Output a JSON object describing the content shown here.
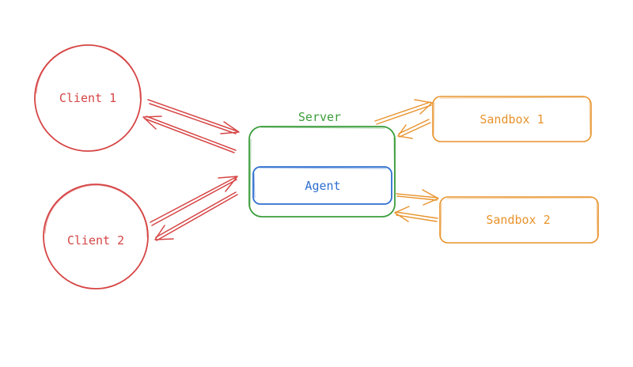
{
  "colors": {
    "client": "#d64545",
    "server": "#3c9d3c",
    "agent": "#2f6fcf",
    "sandbox": "#e8932c"
  },
  "nodes": {
    "client1": {
      "label": "Client 1"
    },
    "client2": {
      "label": "Client 2"
    },
    "server": {
      "label": "Server"
    },
    "agent": {
      "label": "Agent"
    },
    "sandbox1": {
      "label": "Sandbox 1"
    },
    "sandbox2": {
      "label": "Sandbox 2"
    }
  },
  "edges": [
    {
      "from": "client1",
      "to": "server",
      "direction": "to"
    },
    {
      "from": "server",
      "to": "client1",
      "direction": "to"
    },
    {
      "from": "client2",
      "to": "server",
      "direction": "to"
    },
    {
      "from": "server",
      "to": "client2",
      "direction": "to"
    },
    {
      "from": "server",
      "to": "sandbox1",
      "direction": "to"
    },
    {
      "from": "sandbox1",
      "to": "server",
      "direction": "to"
    },
    {
      "from": "server",
      "to": "sandbox2",
      "direction": "to"
    },
    {
      "from": "sandbox2",
      "to": "server",
      "direction": "to"
    }
  ]
}
